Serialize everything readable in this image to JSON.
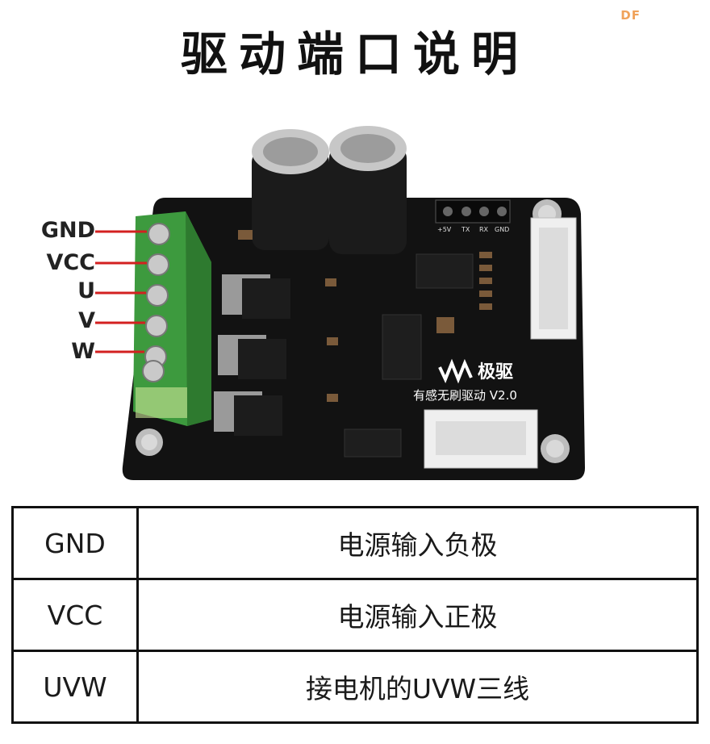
{
  "watermark": "DF",
  "title": "驱动端口说明",
  "pins": [
    "GND",
    "VCC",
    "U",
    "V",
    "W"
  ],
  "board": {
    "brand": "极驱",
    "model": "有感无刷驱动 V2.0",
    "header_labels": [
      "+5V",
      "TX",
      "RX",
      "GND"
    ]
  },
  "table": [
    {
      "port": "GND",
      "desc": "电源输入负极"
    },
    {
      "port": "VCC",
      "desc": "电源输入正极"
    },
    {
      "port": "UVW",
      "desc": "接电机的UVW三线"
    }
  ],
  "colors": {
    "pcb": "#121212",
    "terminal": "#3d9a3e",
    "pin_line": "#d32020",
    "capacitor": "#1b1b1b",
    "connector": "#efefef"
  }
}
